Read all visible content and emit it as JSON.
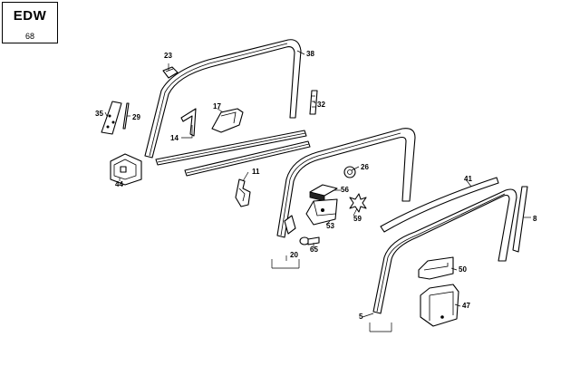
{
  "stamp": {
    "code": "EDW",
    "page": "68"
  },
  "callouts": {
    "p23": "23",
    "p38": "38",
    "p35": "35",
    "p29": "29",
    "p17": "17",
    "p32": "32",
    "p14": "14",
    "p11": "11",
    "p44": "44",
    "p26": "26",
    "p56": "56",
    "p41": "41",
    "p59": "59",
    "p8": "8",
    "p53": "53",
    "p65": "65",
    "p20": "20",
    "p50": "50",
    "p47": "47",
    "p5": "5"
  }
}
